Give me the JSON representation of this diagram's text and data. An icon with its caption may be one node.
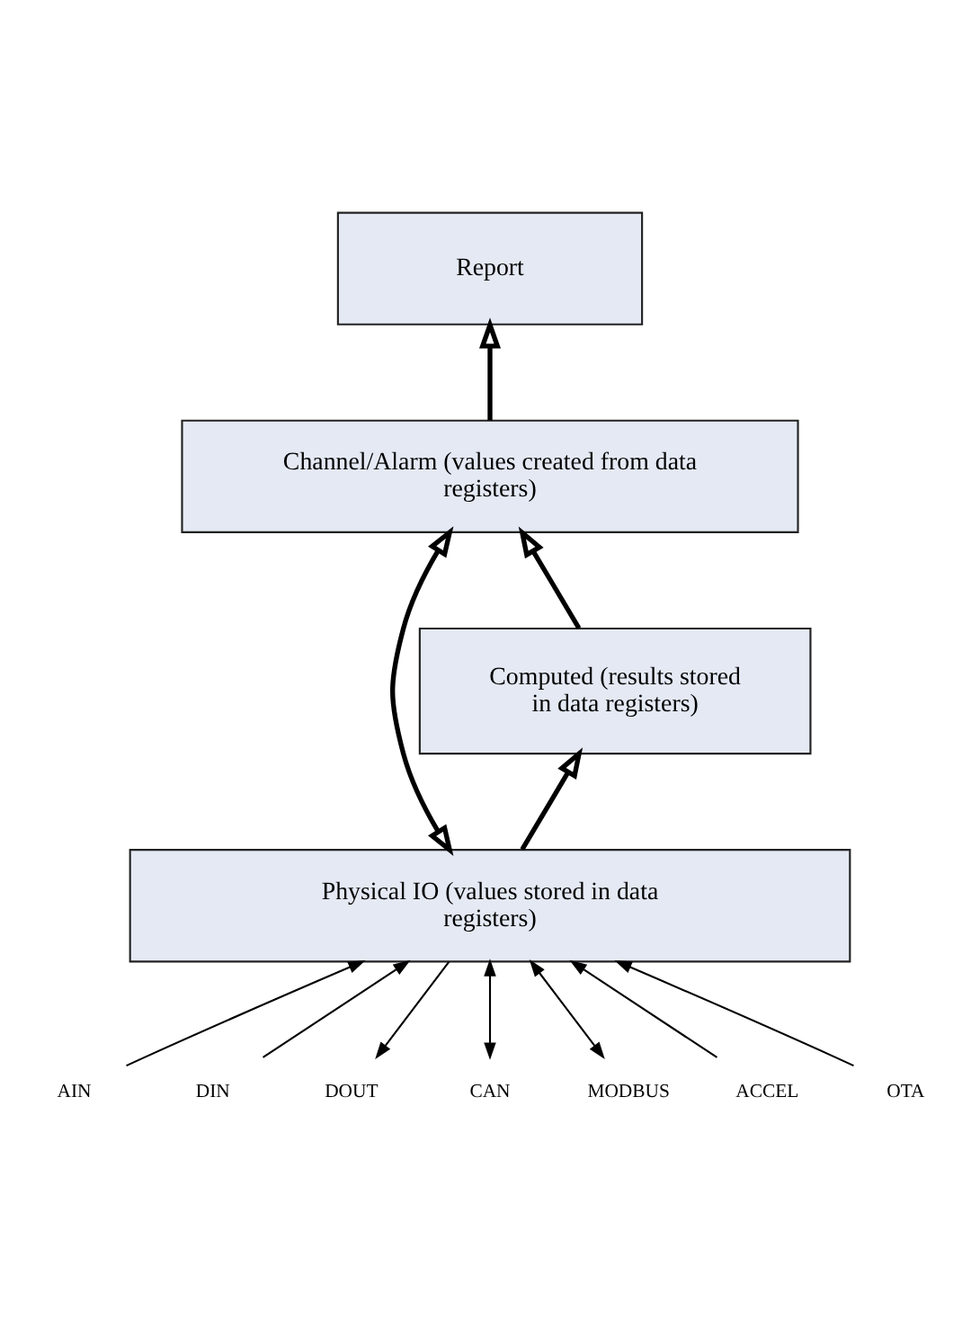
{
  "diagram": {
    "nodes": [
      {
        "text": [
          "Report"
        ]
      },
      {
        "text": [
          "Channel/Alarm (values created from data registers)"
        ]
      },
      {
        "text": [
          "Computed (results stored in data registers)"
        ]
      },
      {
        "text": [
          "Physical IO (values stored in data registers)"
        ]
      },
      {
        "text": [
          "AIN"
        ]
      },
      {
        "text": [
          "DIN"
        ]
      },
      {
        "text": [
          "DOUT"
        ]
      },
      {
        "text": [
          "CAN"
        ]
      },
      {
        "text": [
          "MODBUS"
        ]
      },
      {
        "text": [
          "ACCEL"
        ]
      },
      {
        "text": [
          "OTA"
        ]
      }
    ],
    "edges": [
      {
        "from": 1,
        "to": 0,
        "arrow": "to",
        "style": "thick"
      },
      {
        "from": 1,
        "to": 3,
        "arrow": "both",
        "style": "thick"
      },
      {
        "from": 2,
        "to": 1,
        "arrow": "to",
        "style": "thick"
      },
      {
        "from": 3,
        "to": 2,
        "arrow": "to",
        "style": "thick"
      },
      {
        "from": 4,
        "to": 3,
        "arrow": "to"
      },
      {
        "from": 5,
        "to": 3,
        "arrow": "to"
      },
      {
        "from": 3,
        "to": 6,
        "arrow": "to"
      },
      {
        "from": 7,
        "to": 3,
        "arrow": "both"
      },
      {
        "from": 8,
        "to": 3,
        "arrow": "both"
      },
      {
        "from": 9,
        "to": 3,
        "arrow": "to"
      },
      {
        "from": 10,
        "to": 3,
        "arrow": "to"
      }
    ]
  }
}
